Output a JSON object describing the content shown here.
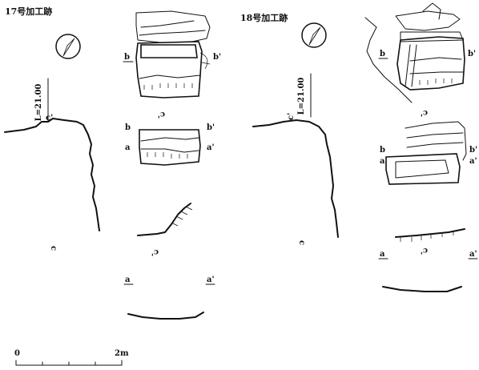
{
  "figure": {
    "panel_17": {
      "title": "17号加工跡",
      "elevation": "L=21.00",
      "labels": {
        "b": "b",
        "b_prime": "b'",
        "a": "a",
        "a_prime": "a'",
        "c": "c",
        "c_prime": "c'"
      }
    },
    "panel_18": {
      "title": "18号加工跡",
      "elevation": "L=21.00",
      "labels": {
        "b": "b",
        "b_prime": "b'",
        "a": "a",
        "a_prime": "a'",
        "c": "c",
        "c_prime": "c'"
      }
    },
    "scale_bar": {
      "start": "0",
      "end": "2m"
    }
  }
}
